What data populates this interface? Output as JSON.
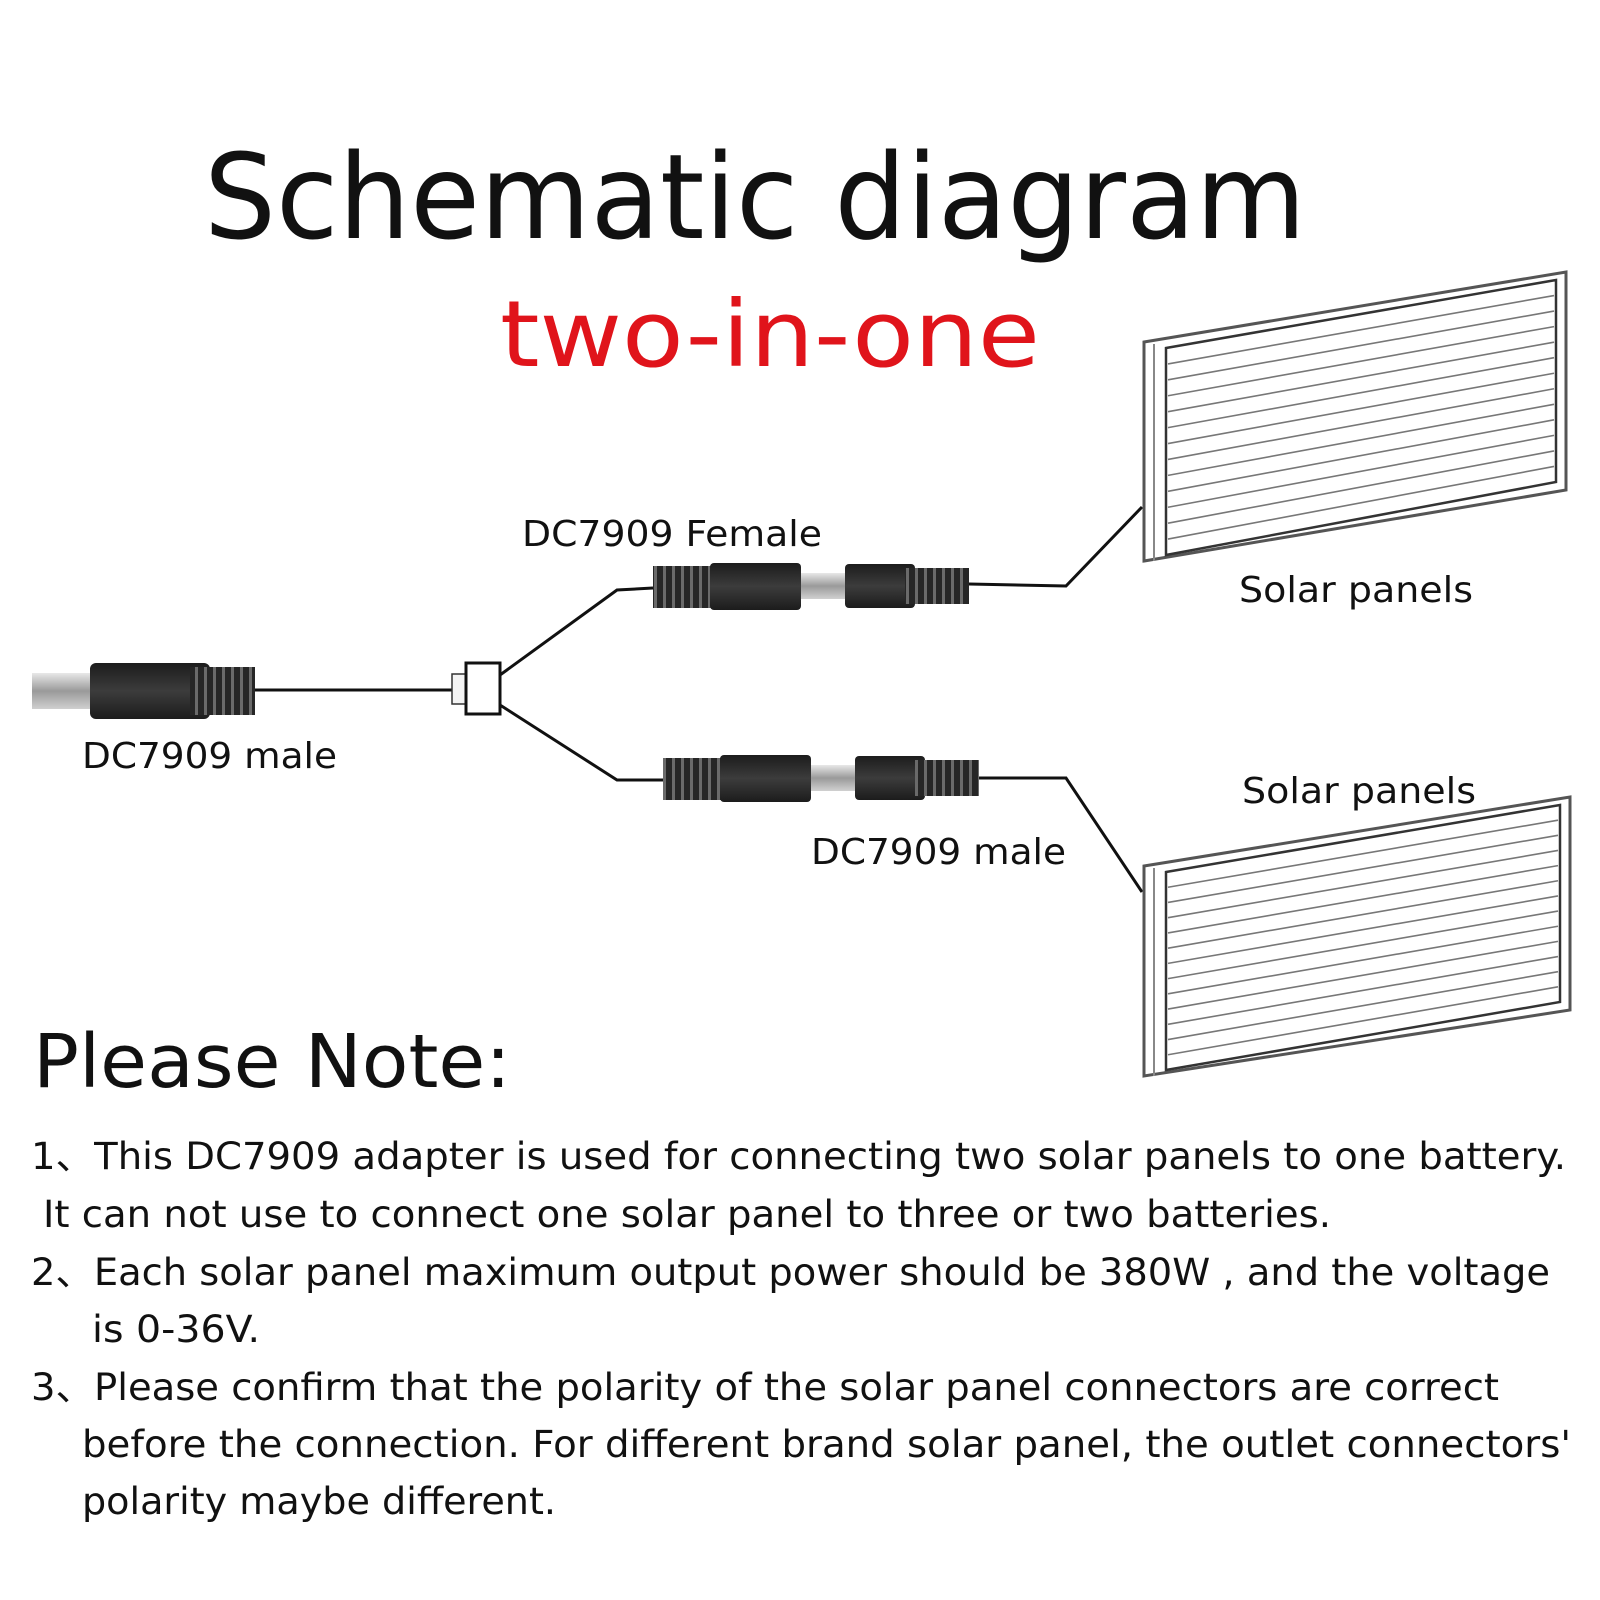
{
  "title": "Schematic diagram",
  "subtitle": "two-in-one",
  "colors": {
    "subtitle": "#e0141b",
    "text": "#111111",
    "connector": "#2b2b2b",
    "tip": "#b8b8b8"
  },
  "labels": {
    "input_male": "DC7909 male",
    "female": "DC7909 Female",
    "output_male": "DC7909 male",
    "solar_top": "Solar panels",
    "solar_bottom": "Solar panels"
  },
  "note": {
    "heading": "Please Note:",
    "lines": [
      "1、This DC7909 adapter is used for connecting two solar panels to one battery.",
      "It can not use to connect one solar panel to three or two batteries.",
      "2、Each solar panel maximum output power should be 380W , and the voltage",
      "is 0-36V.",
      "3、Please confirm that the polarity of the solar panel connectors are correct",
      "before the connection. For different brand solar panel, the outlet connectors'",
      "polarity maybe different."
    ]
  }
}
